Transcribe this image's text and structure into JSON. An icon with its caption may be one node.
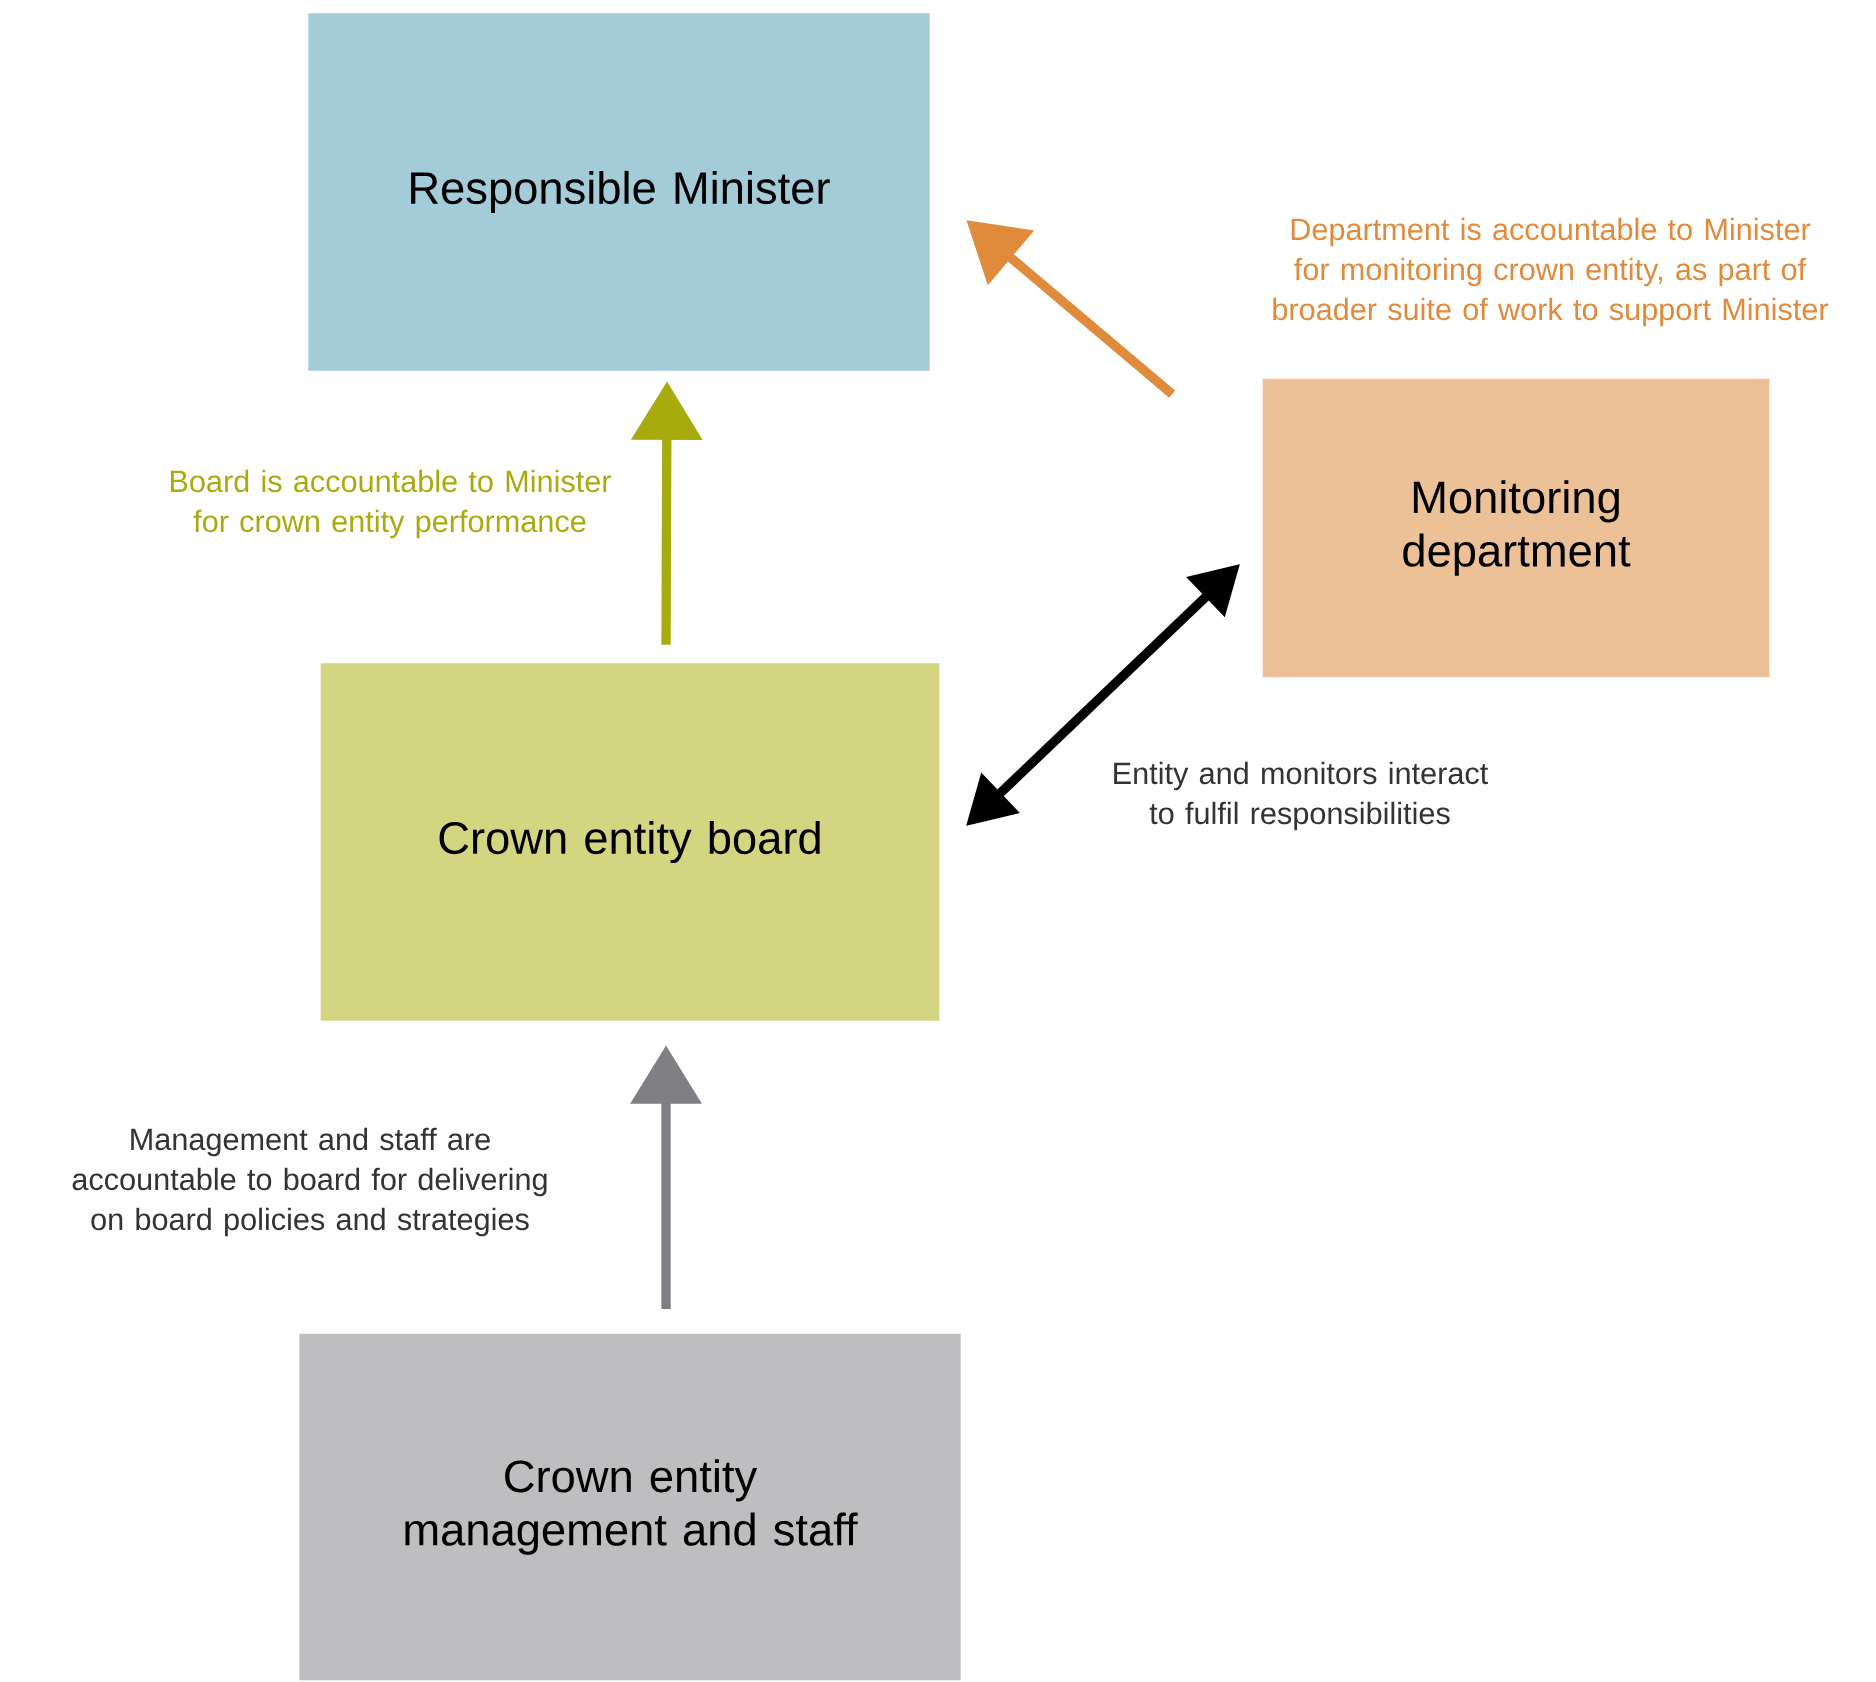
{
  "diagram": {
    "nodes": [
      {
        "text": [
          "Responsible Minister"
        ]
      },
      {
        "text": [
          "Monitoring department"
        ]
      },
      {
        "text": [
          "Crown entity board"
        ]
      },
      {
        "text": [
          "Crown entity management and staff"
        ]
      }
    ],
    "edges": [
      {
        "from": 2,
        "to": 0,
        "arrow": "to",
        "color": "#a8ab0e",
        "label": "Board is accountable to Minister for crown entity performance"
      },
      {
        "from": 1,
        "to": 0,
        "arrow": "to",
        "color": "#e08a3c",
        "label": "Department is accountable to Minister for monitoring crown entity, as part of broader suite of work to support Minister"
      },
      {
        "from": 2,
        "to": 1,
        "arrow": "both",
        "color": "#000000",
        "label": "Entity and monitors interact to fulfil responsibilities"
      },
      {
        "from": 3,
        "to": 2,
        "arrow": "to",
        "color": "#7f7f84",
        "label": "Management and staff are accountable to board for delivering on board policies and strategies"
      }
    ]
  }
}
